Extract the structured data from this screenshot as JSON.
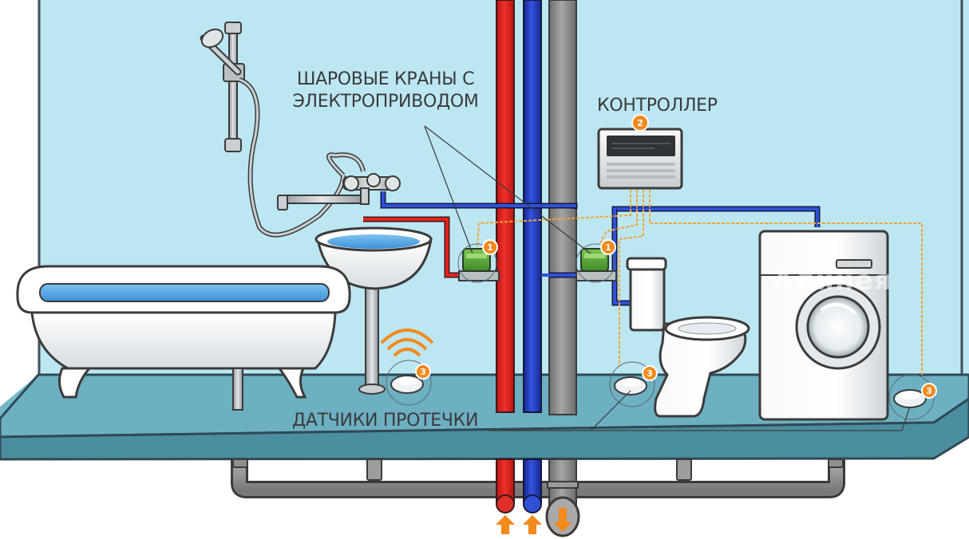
{
  "labels": {
    "valves_line1": "ШАРОВЫЕ КРАНЫ С",
    "valves_line2": "ЭЛЕКТРОПРИВОДОМ",
    "controller": "КОНТРОЛЛЕР",
    "sensors": "ДАТЧИКИ ПРОТЕЧКИ"
  },
  "badges": {
    "valve": "1",
    "controller": "2",
    "sensor": "3"
  },
  "watermark": {
    "brand": "Алинея"
  },
  "colors": {
    "wall": "#bde6f3",
    "floor": "#6db0c1",
    "hot_pipe": "#e8231f",
    "cold_pipe": "#2540c8",
    "sewer_pipe": "#8c8c8c",
    "signal_wire": "#f4a536",
    "badge": "#f28a1c",
    "valve_body": "#56a83c"
  }
}
